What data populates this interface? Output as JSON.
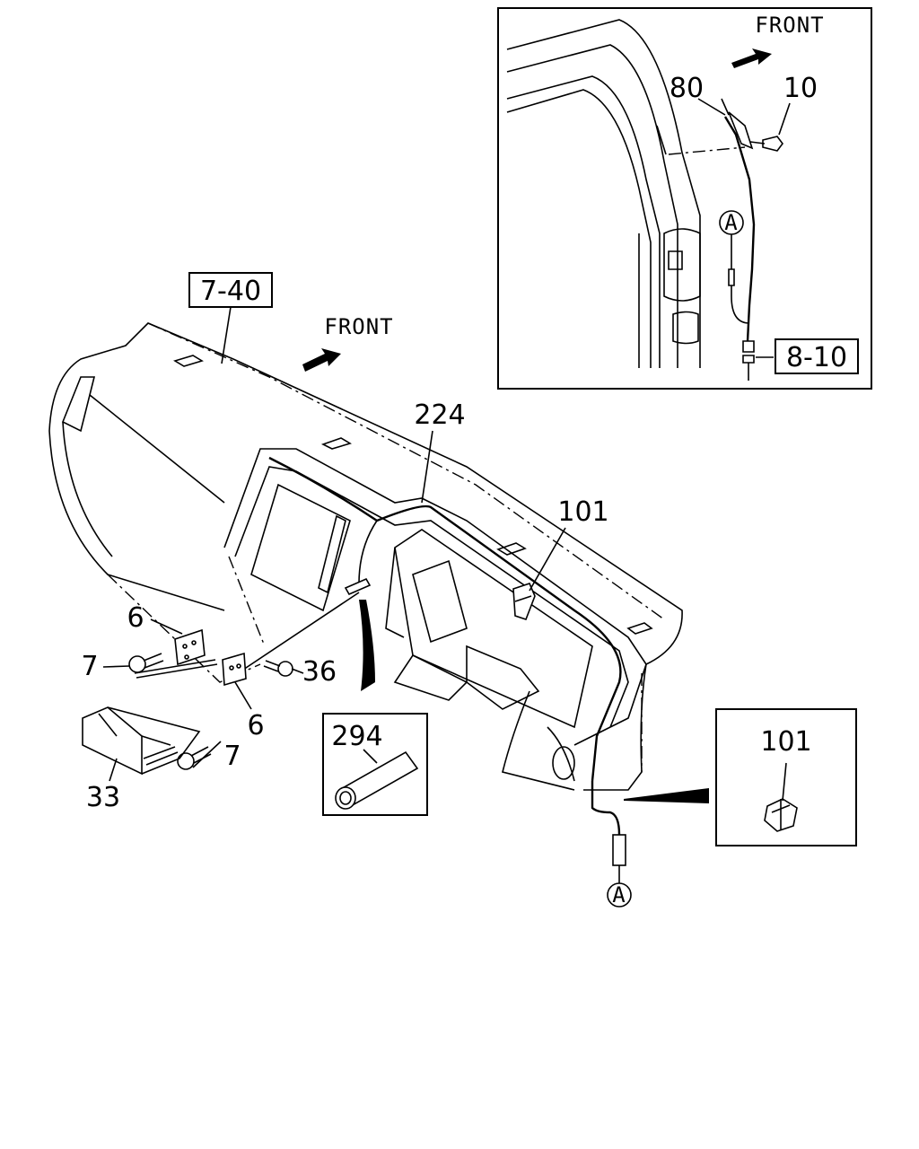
{
  "labels": {
    "front_main": "FRONT",
    "front_inset": "FRONT",
    "ref_7_40": "7-40",
    "ref_8_10": "8-10",
    "part_224": "224",
    "part_101_main": "101",
    "part_101_detail": "101",
    "part_6_upper": "6",
    "part_6_lower": "6",
    "part_7_left": "7",
    "part_7_lower": "7",
    "part_36": "36",
    "part_33": "33",
    "part_294": "294",
    "part_80": "80",
    "part_10": "10",
    "circle_a_inset": "A",
    "circle_a_main": "A"
  }
}
